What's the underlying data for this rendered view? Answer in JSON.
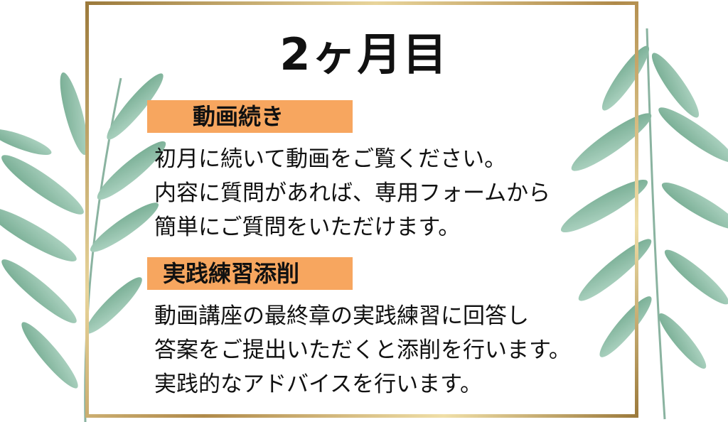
{
  "title": "2ヶ月目",
  "sections": [
    {
      "heading": "動画続き",
      "lines": [
        "初月に続いて動画をご覧ください。",
        "内容に質問があれば、専用フォームから",
        "簡単にご質問をいただけます。"
      ]
    },
    {
      "heading": "実践練習添削",
      "lines": [
        "動画講座の最終章の実践練習に回答し",
        "答案をご提出いただくと添削を行います。",
        "実践的なアドバイスを行います。"
      ]
    }
  ],
  "colors": {
    "badge": "#f7a65f",
    "frame": "#b8935a",
    "leaf": "#7fb59a"
  },
  "decorations": [
    "left-eucalyptus-branch",
    "right-eucalyptus-branch"
  ]
}
